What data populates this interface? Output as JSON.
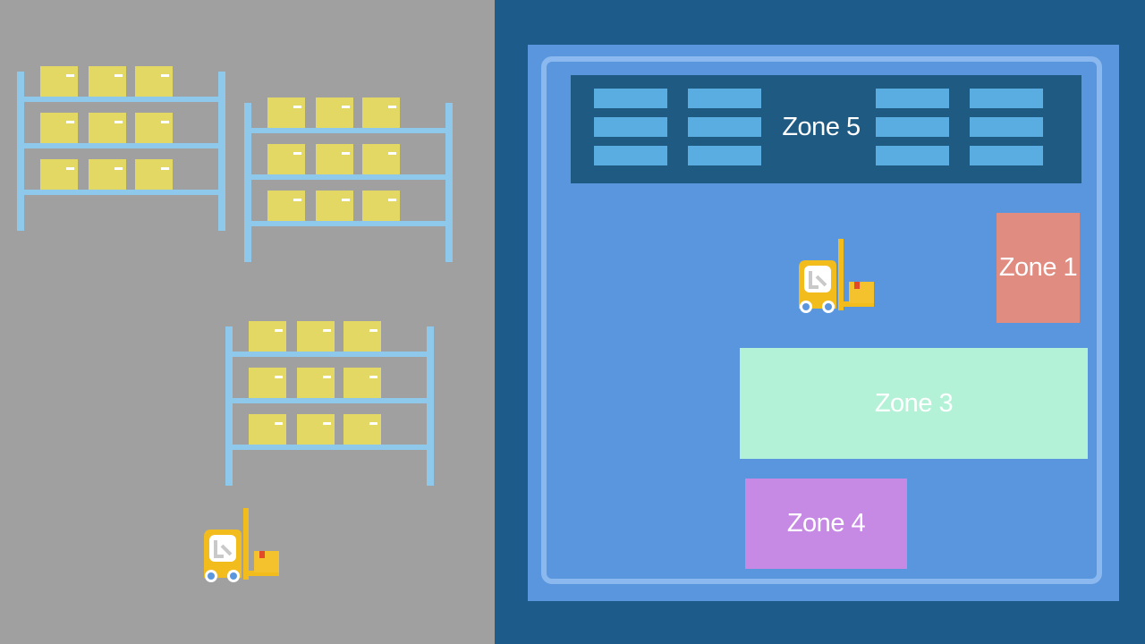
{
  "colors": {
    "left_bg": "#a0a0a0",
    "right_bg": "#1d5b8a",
    "floor": "#5a96de",
    "floor_border": "#8bb8ee",
    "zone5_bg": "#1f5a82",
    "slot": "#5aade0",
    "rack": "#8ec8ea",
    "box": "#e4d865",
    "zone1": "#e08c80",
    "zone3": "#b3f2d7",
    "zone4": "#c78ae4",
    "forklift_body": "#f2bc1c",
    "forklift_window": "#ffffff",
    "forklift_wheel": "#5b96de",
    "cargo": "#f4c22c",
    "cargo_accent": "#e24a2a"
  },
  "zones": {
    "zone5": "Zone 5",
    "zone1": "Zone 1",
    "zone3": "Zone 3",
    "zone4": "Zone 4"
  },
  "icons": {
    "forklift": "forklift-icon",
    "box": "box-icon"
  }
}
